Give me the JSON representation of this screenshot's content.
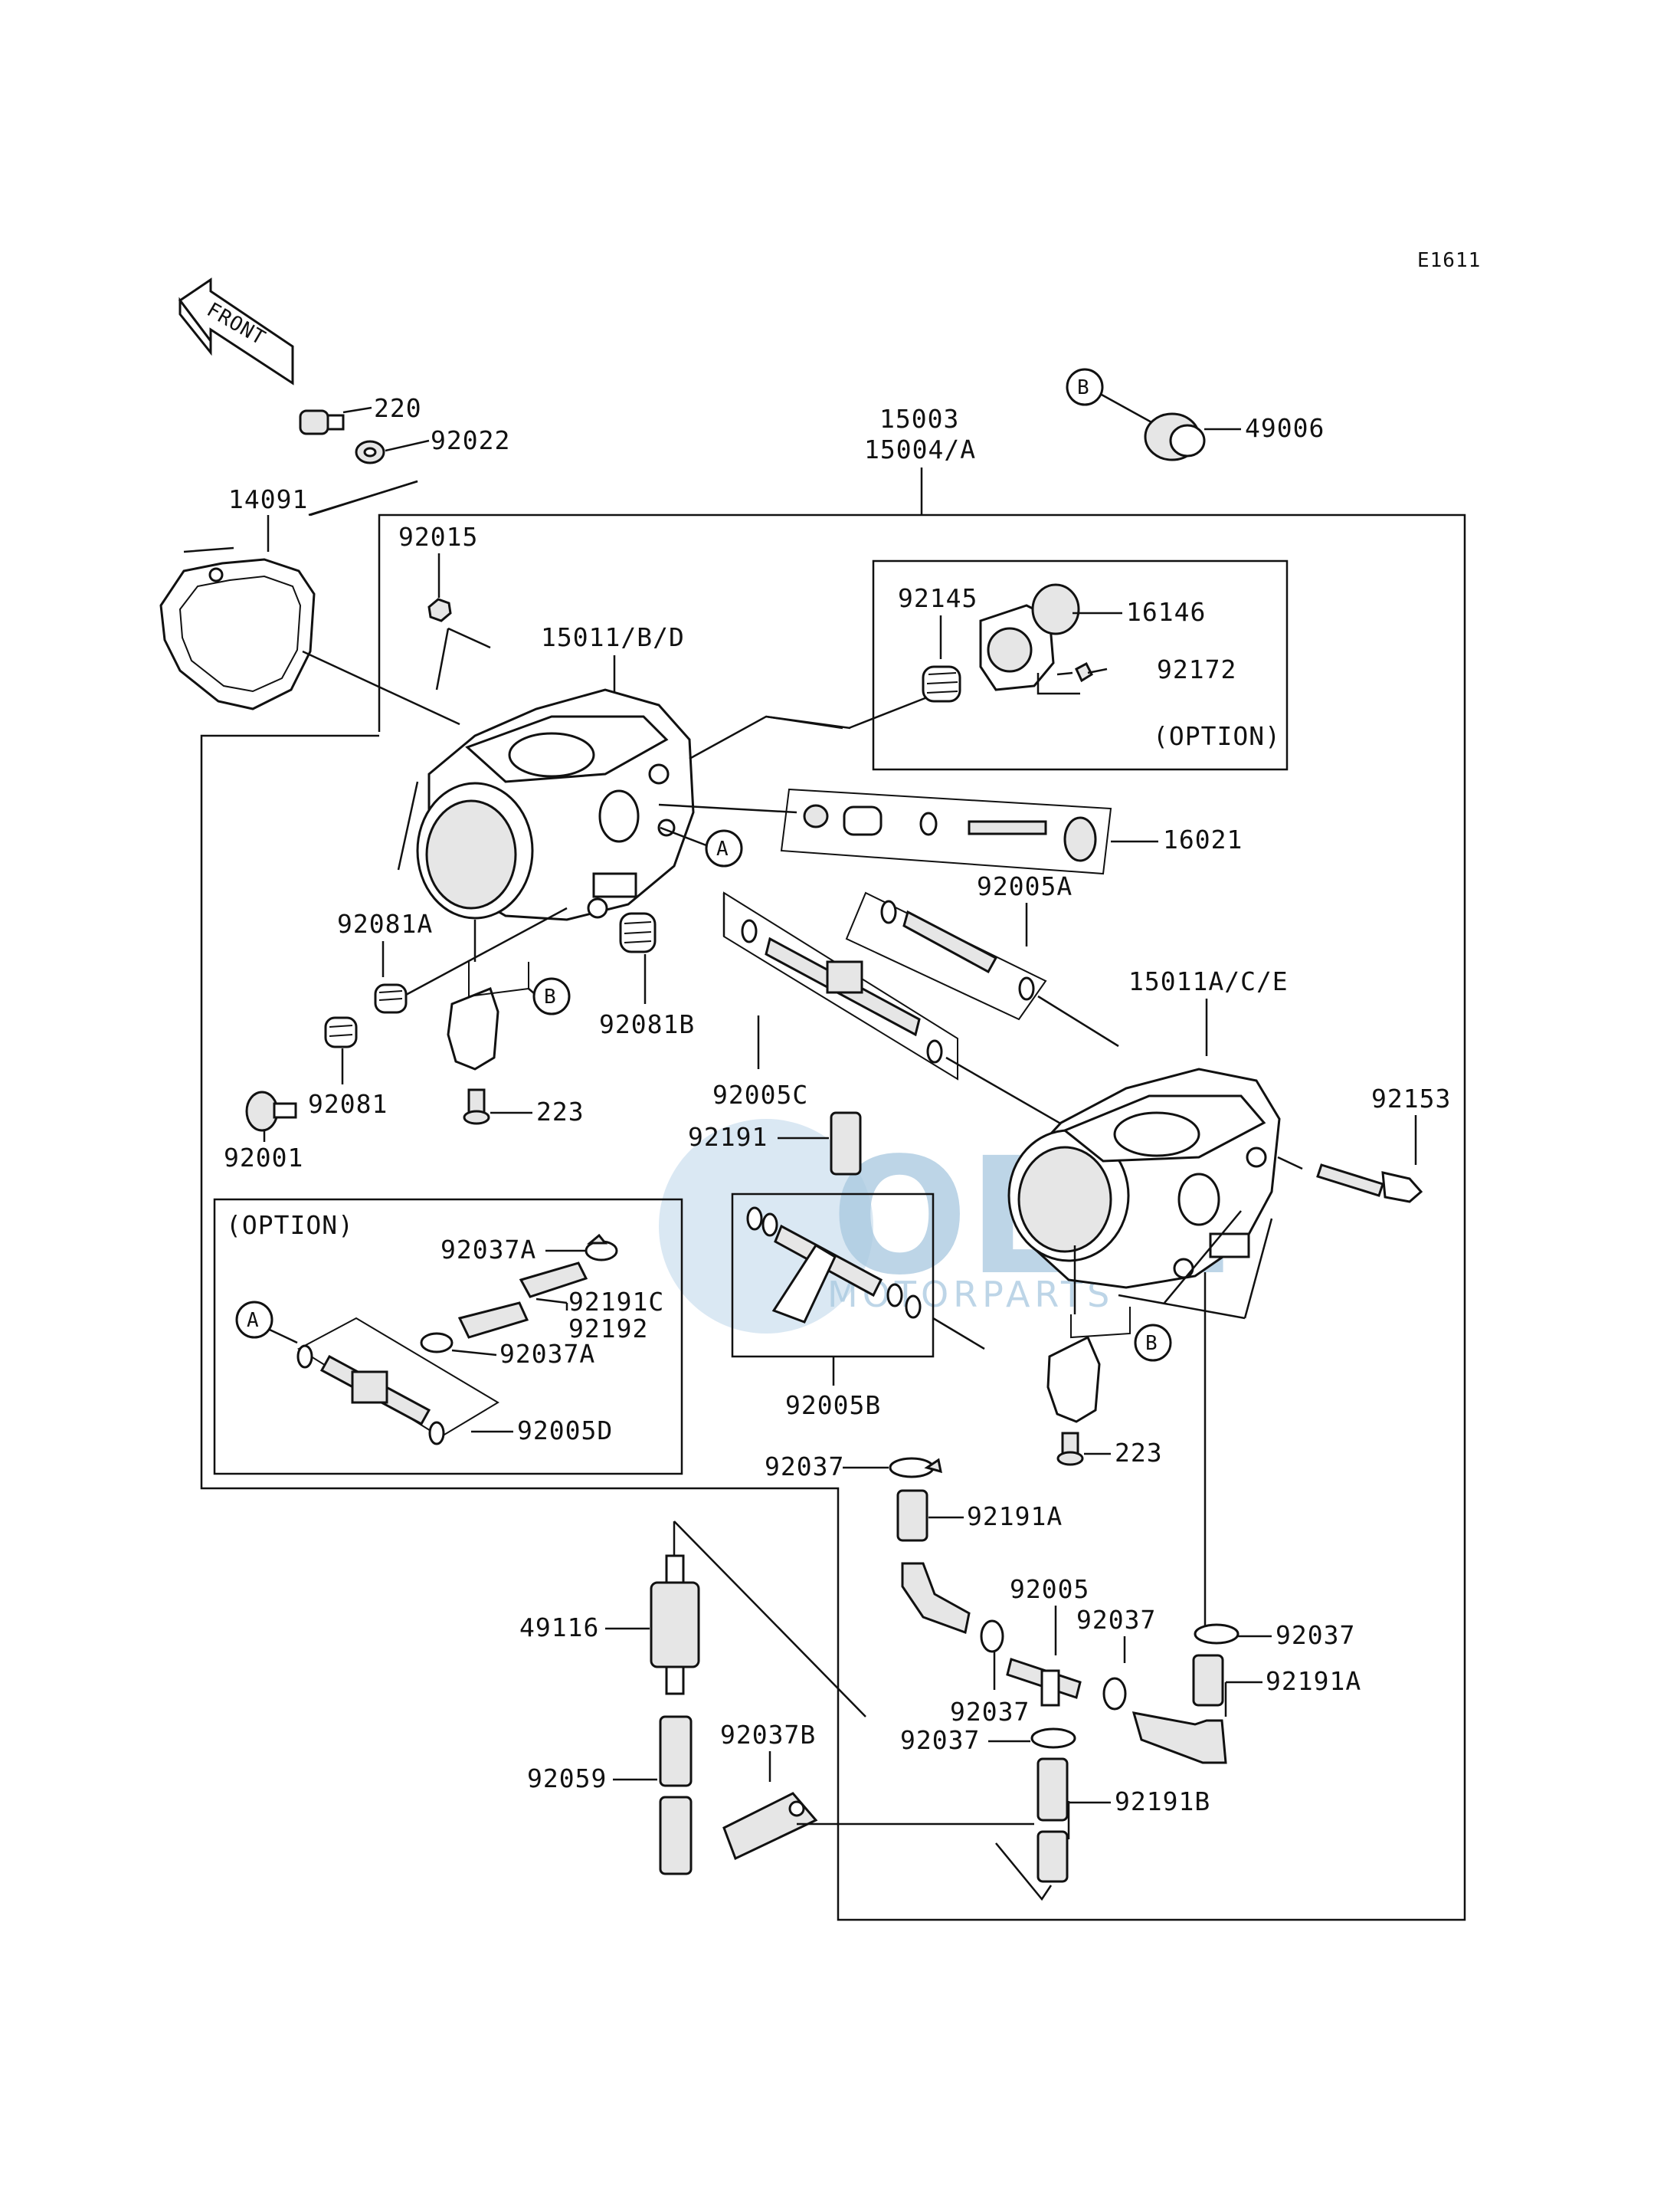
{
  "diagram_code": "E1611",
  "front_label": "FRONT",
  "option_label": "(OPTION)",
  "watermark": {
    "brand": "OEM",
    "sub": "MOTORPARTS"
  },
  "callouts": {
    "a": "A",
    "b": "B"
  },
  "parts": {
    "p220": "220",
    "p92022": "92022",
    "p14091": "14091",
    "p15003": "15003",
    "p15004a": "15004/A",
    "p49006": "49006",
    "p92015": "92015",
    "p15011bd": "15011/B/D",
    "p92145": "92145",
    "p16146": "16146",
    "p92172": "92172",
    "p16021": "16021",
    "p92005a": "92005A",
    "p15011ace": "15011A/C/E",
    "p92081a": "92081A",
    "p92081b": "92081B",
    "p92005c": "92005C",
    "p92191": "92191",
    "p92153": "92153",
    "p92081": "92081",
    "p92001": "92001",
    "p223a": "223",
    "p92037a_1": "92037A",
    "p92191c": "92191C",
    "p92192": "92192",
    "p92037a_2": "92037A",
    "p92005d": "92005D",
    "p92005b": "92005B",
    "p223b": "223",
    "p92037_1": "92037",
    "p92191a_1": "92191A",
    "p92005": "92005",
    "p92037_2": "92037",
    "p92037_3": "92037",
    "p92191a_2": "92191A",
    "p92037_4": "92037",
    "p92037_5": "92037",
    "p49116": "49116",
    "p92037b": "92037B",
    "p92059": "92059",
    "p92191b": "92191B"
  }
}
